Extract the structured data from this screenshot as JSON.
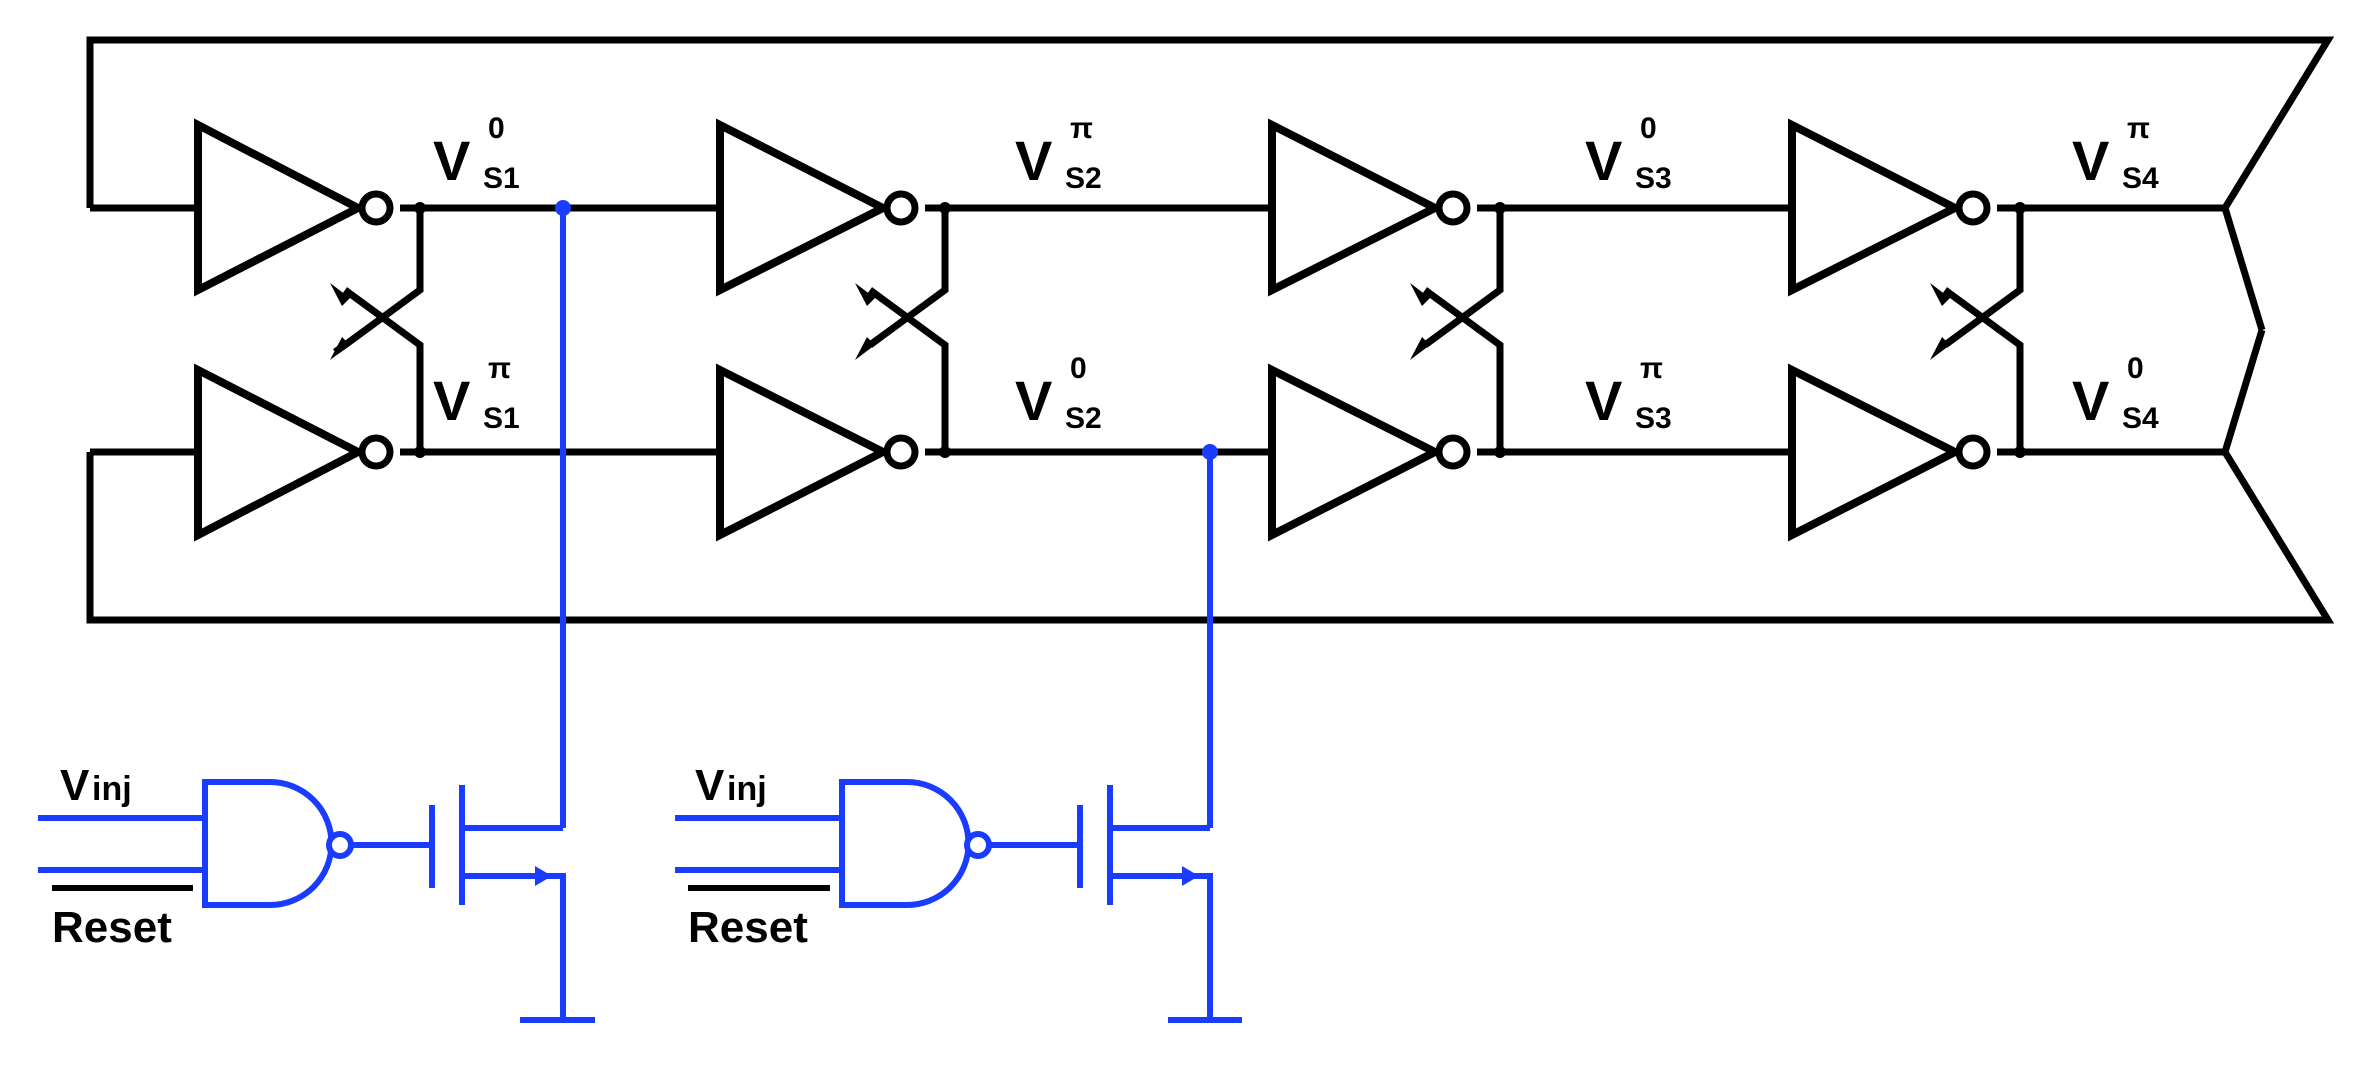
{
  "stages": [
    {
      "top": {
        "base": "V",
        "sup": "0",
        "sub": "S1"
      },
      "bottom": {
        "base": "V",
        "sup": "π",
        "sub": "S1"
      }
    },
    {
      "top": {
        "base": "V",
        "sup": "π",
        "sub": "S2"
      },
      "bottom": {
        "base": "V",
        "sup": "0",
        "sub": "S2"
      }
    },
    {
      "top": {
        "base": "V",
        "sup": "0",
        "sub": "S3"
      },
      "bottom": {
        "base": "V",
        "sup": "π",
        "sub": "S3"
      }
    },
    {
      "top": {
        "base": "V",
        "sup": "π",
        "sub": "S4"
      },
      "bottom": {
        "base": "V",
        "sup": "0",
        "sub": "S4"
      }
    }
  ],
  "injectors": [
    {
      "input_label": "V",
      "input_sub": "inj",
      "reset_label": "Reset"
    },
    {
      "input_label": "V",
      "input_sub": "inj",
      "reset_label": "Reset"
    }
  ],
  "colors": {
    "circuit": "#000000",
    "injection": "#1a3cff"
  }
}
